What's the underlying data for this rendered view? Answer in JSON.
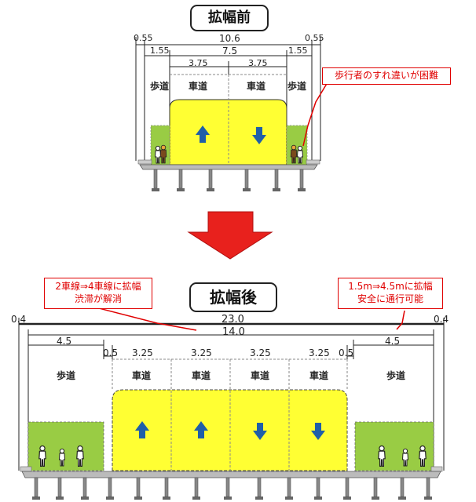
{
  "before": {
    "title": "拡幅前",
    "dims": {
      "total": "10.6",
      "edge_left": "0.55",
      "edge_right": "0.55",
      "inner": "7.5",
      "walk_left": "1.55",
      "walk_right": "1.55",
      "lane1": "3.75",
      "lane2": "3.75"
    },
    "labels": {
      "walk_left": "歩道",
      "lane1": "車道",
      "lane2": "車道",
      "walk_right": "歩道"
    },
    "callout": "歩行者のすれ違いが困難"
  },
  "after": {
    "title": "拡幅後",
    "dims": {
      "total": "23.0",
      "edge_left": "0.4",
      "edge_right": "0.4",
      "road": "14.0",
      "walk_left": "4.5",
      "walk_right": "4.5",
      "median_left": "0.5",
      "median_right": "0.5",
      "lane1": "3.25",
      "lane2": "3.25",
      "lane3": "3.25",
      "lane4": "3.25"
    },
    "labels": {
      "walk_left": "歩道",
      "lane1": "車道",
      "lane2": "車道",
      "lane3": "車道",
      "lane4": "車道",
      "walk_right": "歩道"
    },
    "callout_left": {
      "line1": "2車線⇒4車線に拡幅",
      "line2": "渋滞が解消"
    },
    "callout_right": {
      "line1": "1.5m⇒4.5mに拡幅",
      "line2": "安全に通行可能"
    }
  },
  "colors": {
    "lane": "#ffff33",
    "walk": "#99cc44",
    "arrow": "#1f5fa8",
    "big_arrow": "#e8211d",
    "callout": "#e00000"
  },
  "icons": {
    "up": "arrow-up-icon",
    "down": "arrow-down-icon",
    "transition": "big-down-arrow-icon",
    "pedestrian": "pedestrian-icon"
  }
}
